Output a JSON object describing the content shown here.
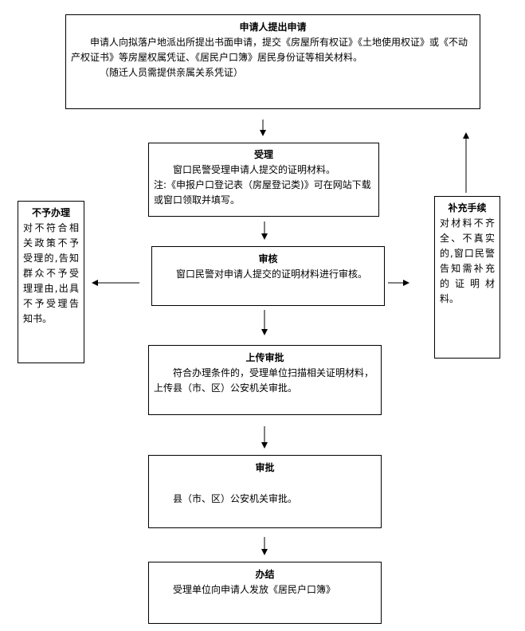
{
  "steps": {
    "apply": {
      "title": "申请人提出申请",
      "body": "申请人向拟落户地派出所提出书面申请，提交《房屋所有权证》《土地使用权证》或《不动产权证书》等房屋权属凭证、《居民户口簿》居民身份证等相关材料。",
      "sub": "（随迁人员需提供亲属关系凭证）"
    },
    "accept": {
      "title": "受理",
      "body": "窗口民警受理申请人提交的证明材料。",
      "note": "注:《申报户口登记表（房屋登记类)》可在网站下载或窗口领取并填写。"
    },
    "review": {
      "title": "审核",
      "body": "窗口民警对申请人提交的证明材料进行审核。"
    },
    "upload": {
      "title": "上传审批",
      "body": "符合办理条件的，受理单位扫描相关证明材料，上传县（市、区）公安机关审批。"
    },
    "approve": {
      "title": "审批",
      "body": "县（市、区）公安机关审批。"
    },
    "complete": {
      "title": "办结",
      "body": "受理单位向申请人发放《居民户口簿》"
    }
  },
  "branches": {
    "reject": {
      "title": "不予办理",
      "body": "对不符合相关政策不予受理的,告知群众不予受理理由,出具不予受理告知书。"
    },
    "supplement": {
      "title": "补充手续",
      "body": "对材料不齐全、不真实的,窗口民警告知需补充的证明材料。"
    }
  }
}
